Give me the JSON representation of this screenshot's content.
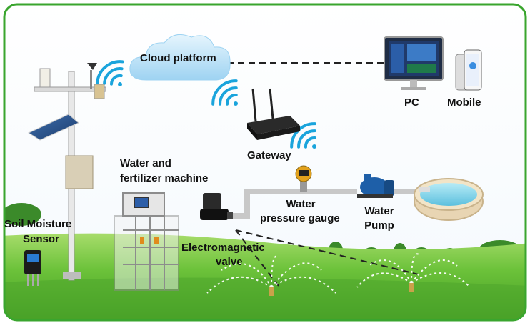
{
  "diagram": {
    "labels": {
      "cloud_platform": "Cloud platform",
      "pc": "PC",
      "mobile": "Mobile",
      "gateway": "Gateway",
      "water_fert_line1": "Water and",
      "water_fert_line2": "fertilizer machine",
      "water_pressure_line1": "Water",
      "water_pressure_line2": "pressure gauge",
      "water_pump_line1": "Water",
      "water_pump_line2": "Pump",
      "soil_line1": "Soil Moisture",
      "soil_line2": "Sensor",
      "valve_line1": "Electromagnetic",
      "valve_line2": "valve"
    },
    "colors": {
      "border_green": "#3aa52e",
      "sky_top": "#ffffff",
      "grass": "#6cc23a",
      "cloud": "#bfe3f8",
      "wifi": "#1aa4dc",
      "pipe": "#c8c8c8",
      "pool_water": "#7fd0e8"
    },
    "icons": [
      "wifi-icon",
      "cloud-icon",
      "weather-station-icon",
      "router-icon",
      "pc-monitor-icon",
      "mobile-phone-icon",
      "pressure-gauge-icon",
      "water-pump-icon",
      "solenoid-valve-icon",
      "sprinkler-icon",
      "pool-icon",
      "soil-sensor-icon",
      "fertilizer-machine-icon"
    ]
  }
}
